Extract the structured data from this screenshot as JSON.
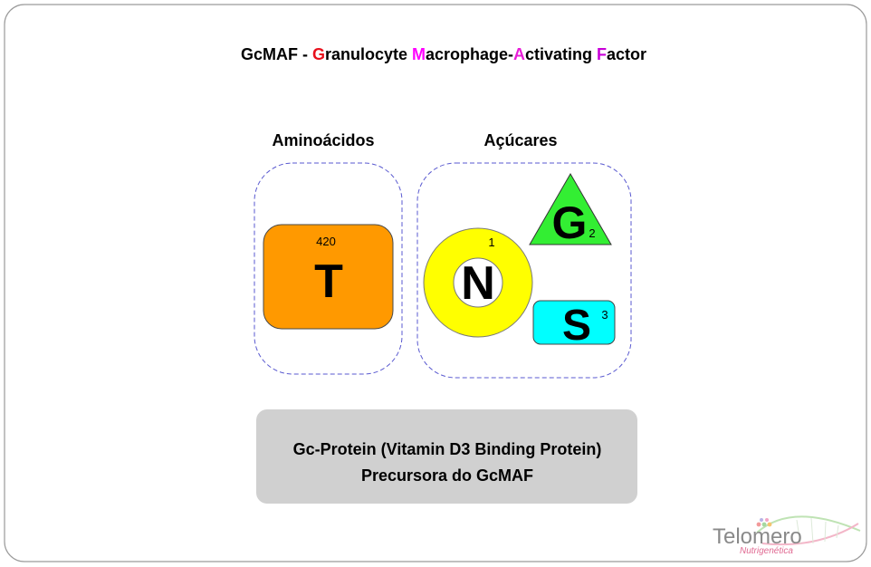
{
  "title": {
    "segments": [
      {
        "text": "GcMAF - ",
        "color": "#000000"
      },
      {
        "text": "G",
        "color": "#e8101c"
      },
      {
        "text": "ranulocyte ",
        "color": "#000000"
      },
      {
        "text": "M",
        "color": "#ff00ff"
      },
      {
        "text": "acrophage-",
        "color": "#000000"
      },
      {
        "text": "A",
        "color": "#e81ed8"
      },
      {
        "text": "ctivating ",
        "color": "#000000"
      },
      {
        "text": "F",
        "color": "#c800d8"
      },
      {
        "text": "actor",
        "color": "#000000"
      }
    ]
  },
  "aminoacids": {
    "label": "Aminoácidos",
    "residue": {
      "letter": "T",
      "position": "420",
      "color": "#ff9900"
    }
  },
  "sugars": {
    "label": "Açúcares",
    "items": [
      {
        "letter": "N",
        "index": "1",
        "color": "#ffff00"
      },
      {
        "letter": "G",
        "index": "2",
        "color": "#33ee33"
      },
      {
        "letter": "S",
        "index": "3",
        "color": "#00ffff"
      }
    ]
  },
  "precursor": {
    "line1": "Gc-Protein (Vitamin D3 Binding Protein)",
    "line2": "Precursora do GcMAF"
  },
  "logo": {
    "name": "Telomero",
    "tagline": "Nutrigenética"
  }
}
